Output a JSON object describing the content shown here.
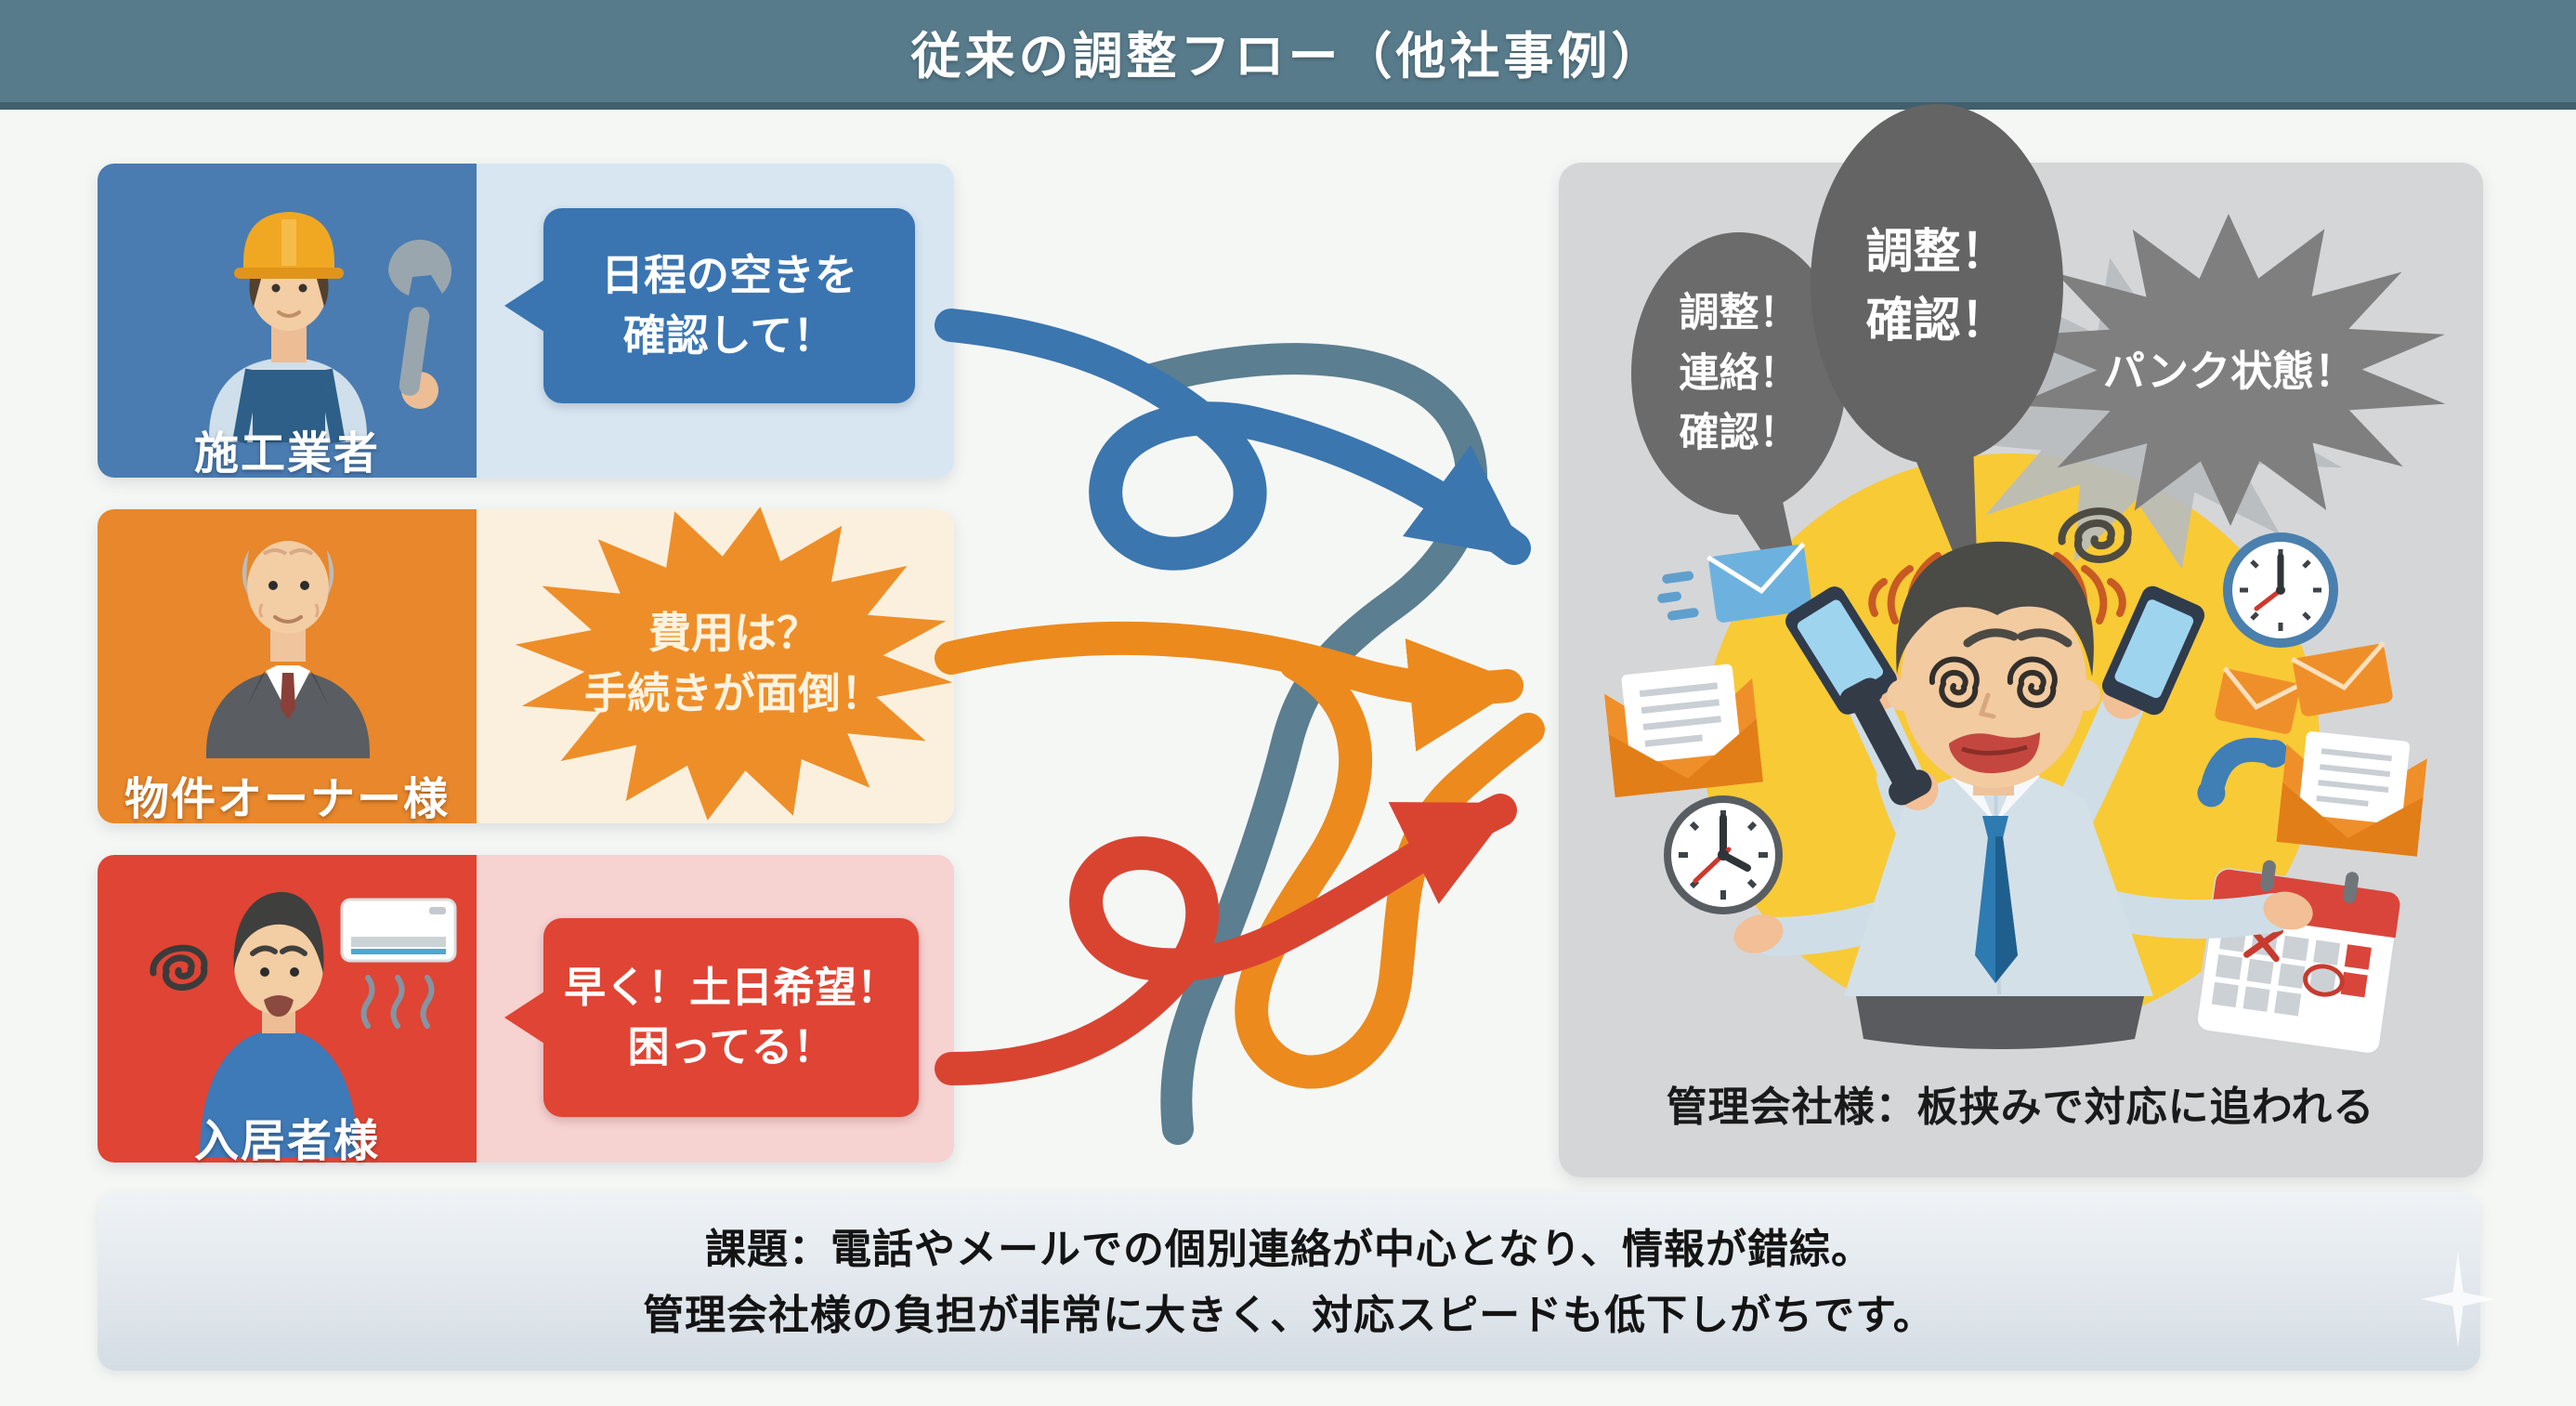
{
  "header": {
    "title": "従来の調整フロー（他社事例）"
  },
  "actors": [
    {
      "label": "施工業者",
      "icon": "construction-worker-icon",
      "bubble": [
        "日程の空きを",
        "確認して！"
      ]
    },
    {
      "label": "物件オーナー様",
      "icon": "elderly-owner-icon",
      "bubble": [
        "費用は？",
        "手続きが面倒！"
      ]
    },
    {
      "label": "入居者様",
      "icon": "stressed-tenant-icon",
      "bubble": [
        "早く！土日希望！",
        "困ってる！"
      ]
    }
  ],
  "manager": {
    "bubble_left": [
      "調整！",
      "連絡！",
      "確認！"
    ],
    "bubble_center": [
      "調整！",
      "確認！"
    ],
    "burst": "パンク状態！",
    "caption": "管理会社様：板挟みで対応に追われる"
  },
  "issue": [
    "課題：電話やメールでの個別連絡が中心となり、情報が錯綜。",
    "管理会社様の負担が非常に大きく、対応スピードも低下しがちです。"
  ],
  "colors": {
    "header_bg": "#587b8b",
    "contractor": "#4a7cb1",
    "contractor_light": "#d8e6f2",
    "contractor_bubble": "#3a75b1",
    "owner": "#e8872b",
    "owner_light": "#fbf0de",
    "owner_burst": "#ee8e28",
    "tenant": "#e04434",
    "tenant_light": "#f6d2d1",
    "arrow_blue": "#3b76af",
    "arrow_slate": "#5b7e90",
    "arrow_orange": "#ec8a1d",
    "arrow_red": "#d94431",
    "panel_bg": "#d5d6d8",
    "speech_gray": "#6b6b6b",
    "burst_gray": "#7f7f80",
    "highlight_yellow": "#f8ca36"
  }
}
